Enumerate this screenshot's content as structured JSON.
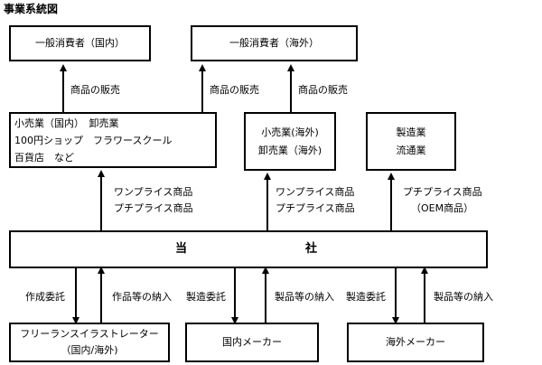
{
  "title": "事業系統図",
  "boxes": {
    "consumer_domestic": "一般消費者（国内）",
    "consumer_overseas": "一般消費者（海外）",
    "retail_domestic": [
      "小売業（国内）　卸売業",
      "100円ショップ　フラワースクール",
      "百貨店　など"
    ],
    "retail_overseas": [
      "小売業(海外)",
      "卸売業（海外)"
    ],
    "manufacturing": [
      "製造業",
      "流通業"
    ],
    "company": [
      "当",
      "社"
    ],
    "freelance": [
      "フリーランスイラストレーター",
      "（国内/海外)"
    ],
    "domestic_maker": "国内メーカー",
    "overseas_maker": "海外メーカー"
  },
  "labels": {
    "sales1": "商品の販売",
    "sales2": "商品の販売",
    "sales3": "商品の販売",
    "products1": [
      "ワンプライス商品",
      "プチプライス商品"
    ],
    "products2": [
      "ワンプライス商品",
      "プチプライス商品"
    ],
    "products3": [
      "プチプライス商品",
      "（OEM商品）"
    ],
    "commission_art": "作成委託",
    "deliver_art": "作品等の納入",
    "commission_mfg1": "製造委託",
    "deliver_mfg1": "製品等の納入",
    "commission_mfg2": "製造委託",
    "deliver_mfg2": "製品等の納入"
  }
}
